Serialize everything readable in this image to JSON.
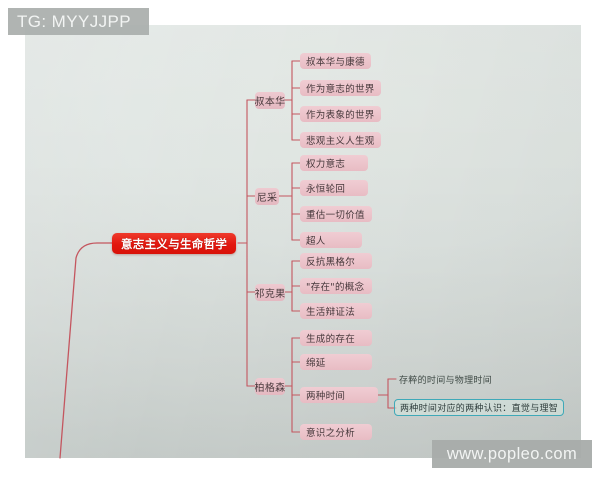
{
  "overlays": {
    "tg_tag": "TG: MYYJJPP",
    "site_watermark": "www.popleo.com"
  },
  "mindmap": {
    "root": {
      "label": "意志主义与生命哲学",
      "color": "#e8201a",
      "text_color": "#ffffff"
    },
    "branch_color": "#e9c2c9",
    "leaf_color": "#eec5cc",
    "connector_color": "#c4565f",
    "highlight_border_color": "#3fa9b8",
    "branches": [
      {
        "label": "叔本华",
        "children": [
          {
            "label": "叔本华与康德"
          },
          {
            "label": "作为意志的世界"
          },
          {
            "label": "作为表象的世界"
          },
          {
            "label": "悲观主义人生观"
          }
        ]
      },
      {
        "label": "尼采",
        "children": [
          {
            "label": "权力意志"
          },
          {
            "label": "永恒轮回"
          },
          {
            "label": "重估一切价值"
          },
          {
            "label": "超人"
          }
        ]
      },
      {
        "label": "祁克果",
        "children": [
          {
            "label": "反抗黑格尔"
          },
          {
            "label": "\"存在\"的概念"
          },
          {
            "label": "生活辩证法"
          }
        ]
      },
      {
        "label": "柏格森",
        "children": [
          {
            "label": "生成的存在"
          },
          {
            "label": "绵延"
          },
          {
            "label": "两种时间",
            "children": [
              {
                "label": "存粹的时间与物理时间",
                "style": "plain"
              },
              {
                "label": "两种时间对应的两种认识：直觉与理智",
                "style": "boxed"
              }
            ]
          },
          {
            "label": "意识之分析"
          }
        ]
      }
    ]
  }
}
